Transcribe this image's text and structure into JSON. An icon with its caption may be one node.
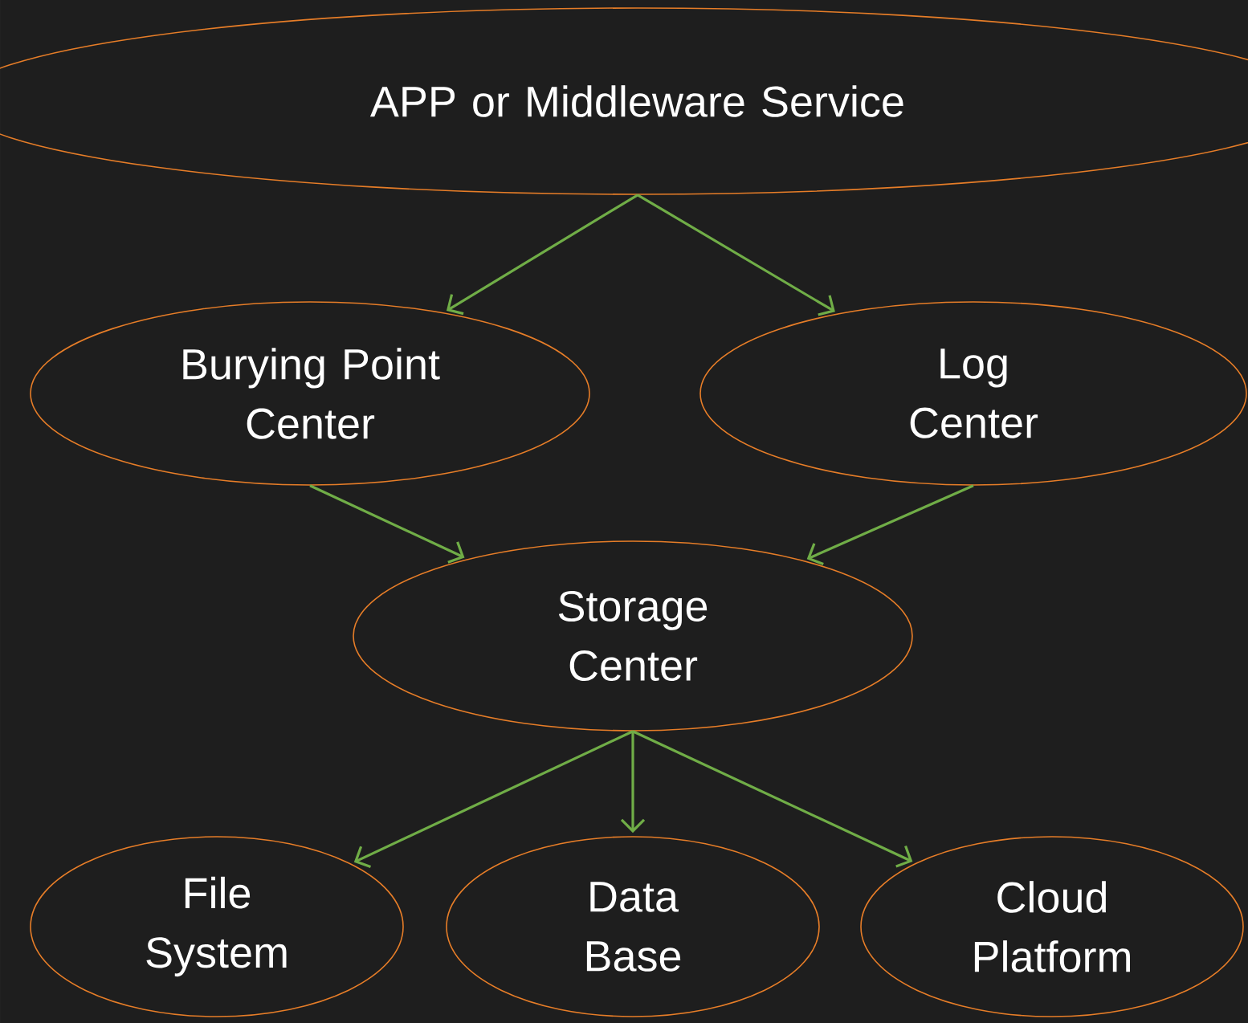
{
  "diagram": {
    "nodes": [
      {
        "text": [
          "APP or Middleware Service"
        ]
      },
      {
        "text": [
          "Burying Point Center"
        ]
      },
      {
        "text": [
          "Log Center"
        ]
      },
      {
        "text": [
          "Storage Center"
        ]
      },
      {
        "text": [
          "File System"
        ]
      },
      {
        "text": [
          "Data Base"
        ]
      },
      {
        "text": [
          "Cloud Platform"
        ]
      }
    ],
    "edges": [
      {
        "from": 0,
        "to": 1,
        "arrow": "to"
      },
      {
        "from": 0,
        "to": 2,
        "arrow": "to"
      },
      {
        "from": 1,
        "to": 3,
        "arrow": "to"
      },
      {
        "from": 2,
        "to": 3,
        "arrow": "to"
      },
      {
        "from": 3,
        "to": 4,
        "arrow": "to"
      },
      {
        "from": 3,
        "to": 5,
        "arrow": "to"
      },
      {
        "from": 3,
        "to": 6,
        "arrow": "to"
      }
    ]
  }
}
